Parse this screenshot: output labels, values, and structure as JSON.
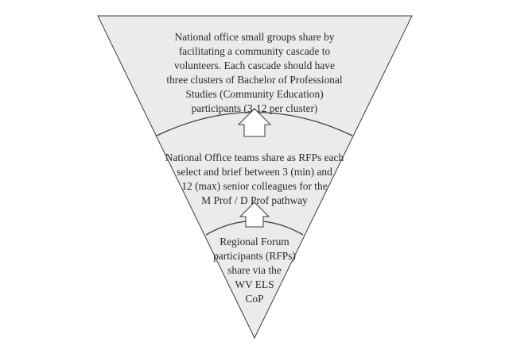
{
  "diagram": {
    "tiers": [
      {
        "id": "top",
        "lines": [
          "National office small groups share by",
          "facilitating a community cascade to",
          "volunteers. Each cascade should have",
          "three clusters of Bachelor of Professional",
          "Studies (Community Education)",
          "participants (3-12 per cluster)"
        ]
      },
      {
        "id": "middle",
        "lines": [
          "National Office teams share as RFPs each",
          "select and brief between 3 (min) and",
          "12 (max) senior colleagues for the",
          "M Prof / D Prof pathway"
        ]
      },
      {
        "id": "bottom",
        "lines": [
          "Regional Forum",
          "participants (RFPs)",
          "share via the",
          "WV ELS",
          "CoP"
        ]
      }
    ],
    "colors": {
      "fill": "#ebebeb",
      "stroke": "#3a3a3a",
      "text": "#2a2a2a",
      "arrow_fill": "#ffffff"
    }
  }
}
